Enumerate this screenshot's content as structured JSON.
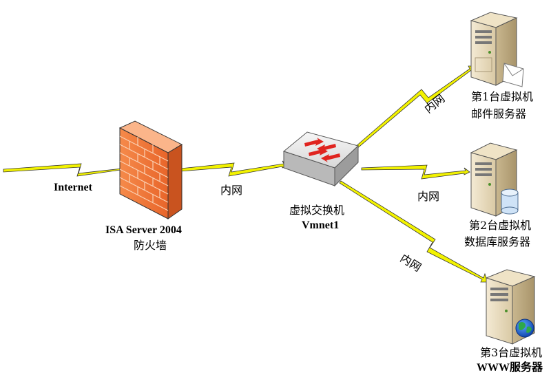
{
  "internet": {
    "label": "Internet"
  },
  "firewall": {
    "name": "ISA Server 2004",
    "subtitle": "防火墙"
  },
  "switch": {
    "name": "虚拟交换机",
    "subtitle": "Vmnet1"
  },
  "links": {
    "fw_switch": "内网",
    "switch_vm1": "内网",
    "switch_vm2": "内网",
    "switch_vm3": "内网"
  },
  "servers": [
    {
      "line1": "第1台虚拟机",
      "line2": "邮件服务器",
      "badge": "envelope-icon"
    },
    {
      "line1": "第2台虚拟机",
      "line2": "数据库服务器",
      "badge": "database-icon"
    },
    {
      "line1": "第3台虚拟机",
      "line2": "WWW服务器",
      "badge": "globe-icon"
    }
  ],
  "colors": {
    "lightning": "#f2f200",
    "lightning_outline": "#333333",
    "firewall": "#f07a3a",
    "server_body": "#e8dcc0"
  }
}
